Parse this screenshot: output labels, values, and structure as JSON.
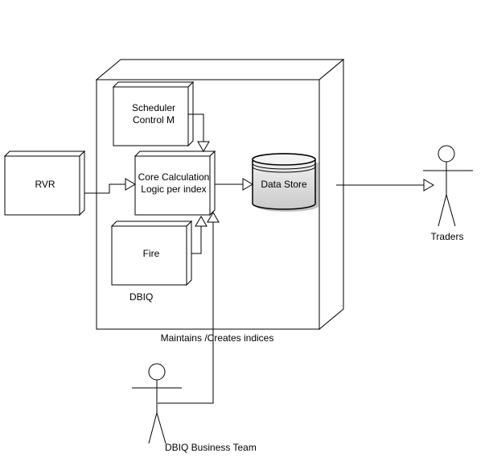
{
  "diagram": {
    "container": {
      "label": "DBIQ"
    },
    "nodes": {
      "scheduler": {
        "line1": "Scheduler",
        "line2": "Control M"
      },
      "core": {
        "line1": "Core Calculation",
        "line2": "Logic per index"
      },
      "fire": {
        "label": "Fire"
      },
      "rvr": {
        "label": "RVR"
      },
      "datastore": {
        "label": "Data Store"
      }
    },
    "actors": {
      "traders": {
        "label": "Traders"
      },
      "business_team": {
        "label": "DBIQ Business Team"
      }
    },
    "edges": {
      "maintains": {
        "label": "Maintains /Creates indices"
      }
    },
    "colors": {
      "line": "#000000",
      "cylinder_top": "#f4f4f4",
      "cylinder_body": "#d8d8d8",
      "shadow": "#9a9a9a"
    }
  }
}
